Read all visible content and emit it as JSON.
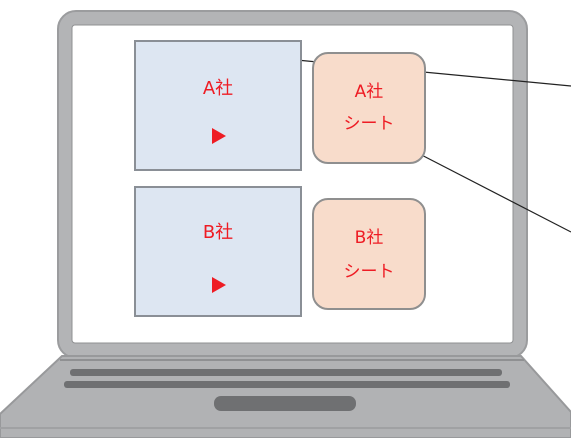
{
  "screen": {
    "rows": [
      {
        "company": "A社",
        "play_icon": "play-icon",
        "sheet": {
          "line1": "A社",
          "line2": "シート"
        }
      },
      {
        "company": "B社",
        "play_icon": "play-icon",
        "sheet": {
          "line1": "B社",
          "line2": "シート"
        }
      }
    ]
  },
  "colors": {
    "text_accent": "#ee1c24",
    "pane_fill": "#dde6f2",
    "sheet_fill": "#f8dccb",
    "laptop_body": "#b3b4b6"
  }
}
